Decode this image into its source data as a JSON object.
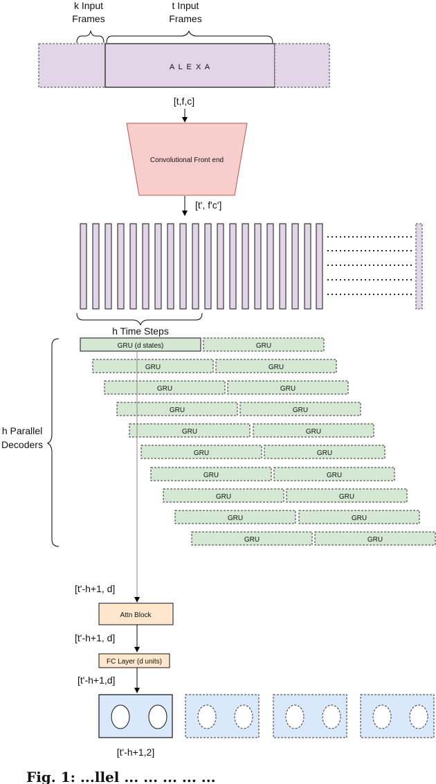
{
  "input": {
    "k_label_line1": "k Input",
    "k_label_line2": "Frames",
    "t_label_line1": "t Input",
    "t_label_line2": "Frames",
    "wake_word": "A  L  E  X  A",
    "shape_label": "[t,f,c]"
  },
  "frontend": {
    "label": "Convolutional Front end",
    "output_shape": "[t', f'c']"
  },
  "timesteps": {
    "label": "h Time Steps"
  },
  "decoders": {
    "label_line1": "h Parallel",
    "label_line2": "Decoders",
    "first_gru_label": "GRU (d states)",
    "gru_label": "GRU"
  },
  "attn": {
    "input_shape": "[t'-h+1, d]",
    "label": "Attn Block",
    "output_shape": "[t'-h+1, d]"
  },
  "fc": {
    "label": "FC Layer (d units)",
    "output_shape": "[t'-h+1,d]"
  },
  "output": {
    "shape": "[t'-h+1,2]"
  },
  "caption": {
    "text": "Fig. 1: ...llel ... ... ... ... ..."
  },
  "colors": {
    "frame_fill": "#e1d5e7",
    "frontend_fill": "#f8cecc",
    "frontend_stroke": "#b85450",
    "gru_fill": "#d5e8d4",
    "attn_fill": "#ffe6cc",
    "output_fill": "#dae8fc"
  }
}
